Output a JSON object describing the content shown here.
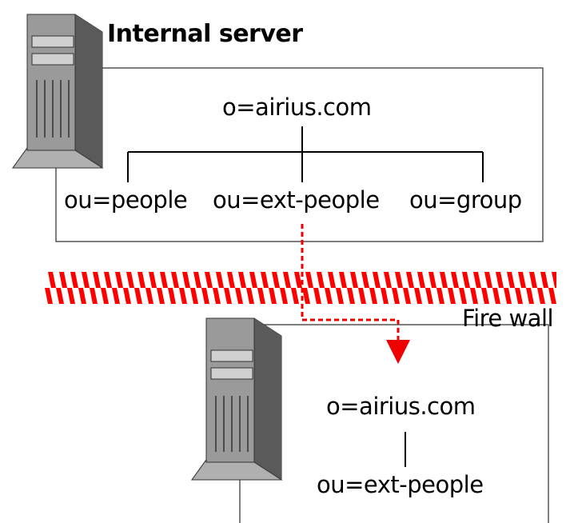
{
  "internal": {
    "title": "Internal server",
    "root": "o=airius.com",
    "children": [
      "ou=people",
      "ou=ext-people",
      "ou=group"
    ]
  },
  "firewall": {
    "label": "Fire wall",
    "color": "#ff0000"
  },
  "external": {
    "root": "o=airius.com",
    "child": "ou=ext-people"
  },
  "colors": {
    "server_body": "#8c8c8c",
    "server_dark": "#4a4a4a",
    "server_light": "#c8c8c8",
    "line": "#000000",
    "replication": "#ee0000"
  }
}
